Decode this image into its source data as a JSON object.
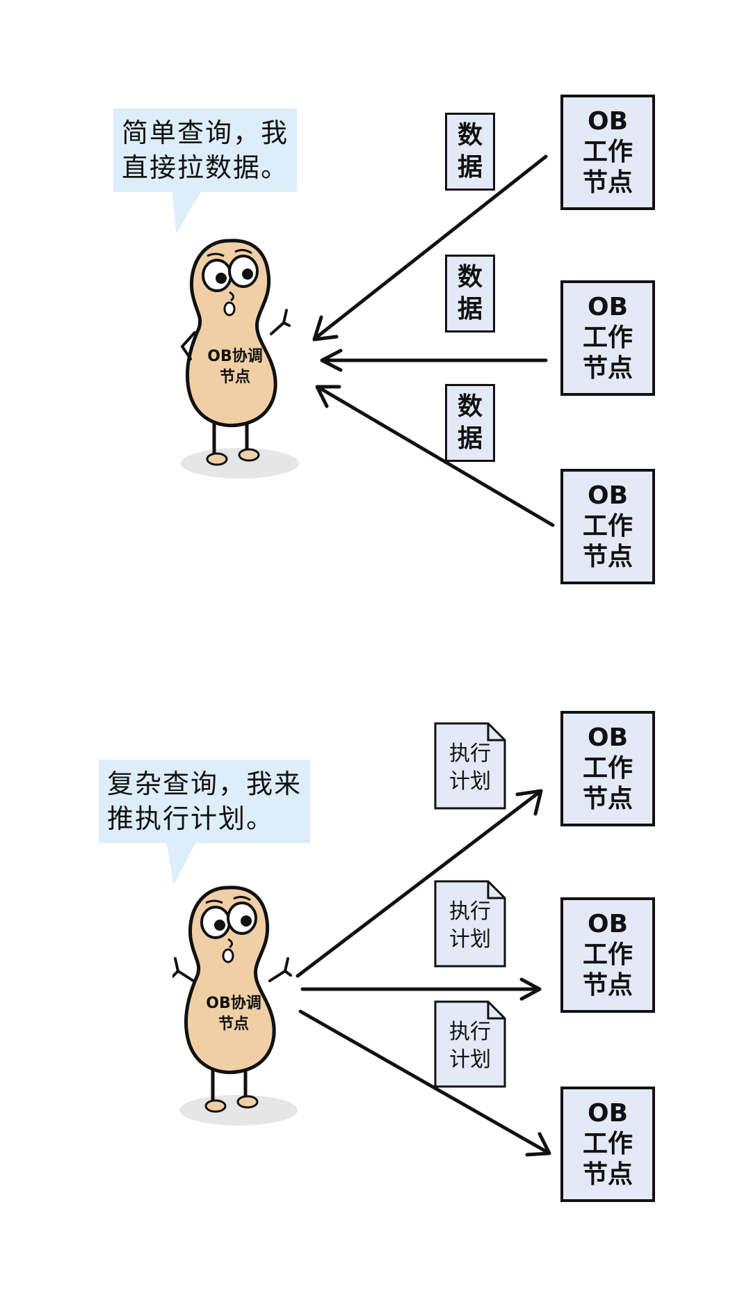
{
  "colors": {
    "bubble": "#ddeefa",
    "box_fill": "#e4e9f7",
    "body_fill": "#f0cfa6",
    "outline": "#111111",
    "shadow": "#e6e6e6"
  },
  "top_panel": {
    "speech_lines": [
      "简单查询，我",
      "直接拉数据。"
    ],
    "coordinator_label_lines": [
      "OB协调",
      "节点"
    ],
    "data_label_lines": [
      "数",
      "据"
    ],
    "worker_nodes": [
      {
        "lines": [
          "OB",
          "工作",
          "节点"
        ]
      },
      {
        "lines": [
          "OB",
          "工作",
          "节点"
        ]
      },
      {
        "lines": [
          "OB",
          "工作",
          "节点"
        ]
      }
    ]
  },
  "bottom_panel": {
    "speech_lines": [
      "复杂查询，我来",
      "推执行计划。"
    ],
    "coordinator_label_lines": [
      "OB协调",
      "节点"
    ],
    "plan_label_lines": [
      "执行",
      "计划"
    ],
    "worker_nodes": [
      {
        "lines": [
          "OB",
          "工作",
          "节点"
        ]
      },
      {
        "lines": [
          "OB",
          "工作",
          "节点"
        ]
      },
      {
        "lines": [
          "OB",
          "工作",
          "节点"
        ]
      }
    ]
  }
}
